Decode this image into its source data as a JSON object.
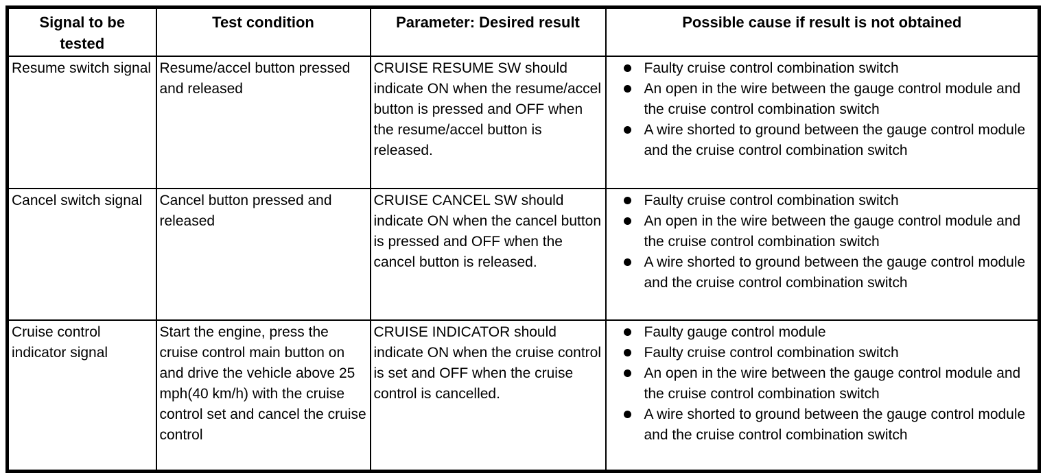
{
  "table": {
    "headers": {
      "signal": "Signal to be tested",
      "condition": "Test condition",
      "parameter": "Parameter: Desired result",
      "cause": "Possible cause if result is not obtained"
    },
    "rows": [
      {
        "signal": "Resume switch signal",
        "condition": "Resume/accel button pressed and released",
        "parameter": "CRUISE RESUME SW should indicate ON when the resume/accel button is pressed and OFF when the resume/accel button is released.",
        "causes": [
          "Faulty cruise control combination switch",
          "An open in the wire between the gauge control module and the cruise control combination switch",
          "A wire shorted to ground between the gauge control module and the cruise control combination switch"
        ]
      },
      {
        "signal": "Cancel switch signal",
        "condition": "Cancel button pressed and released",
        "parameter": "CRUISE CANCEL SW should indicate ON when the cancel button is pressed and OFF when the cancel button is released.",
        "causes": [
          "Faulty cruise control combination switch",
          "An open in the wire between the gauge control module and the cruise control combination switch",
          "A wire shorted to ground between the gauge control module and the cruise control combination switch"
        ]
      },
      {
        "signal": "Cruise control indicator signal",
        "condition": "Start the engine, press the cruise control main button on and drive the vehicle above 25 mph(40 km/h) with the cruise control set and cancel the cruise control",
        "parameter": "CRUISE INDICATOR should indicate ON when the cruise control is set and OFF when the cruise control is cancelled.",
        "causes": [
          "Faulty gauge control module",
          "Faulty cruise control combination switch",
          "An open in the wire between the gauge control module and the cruise control combination switch",
          "A wire shorted to ground between the gauge control module and the cruise control combination switch"
        ]
      }
    ]
  }
}
